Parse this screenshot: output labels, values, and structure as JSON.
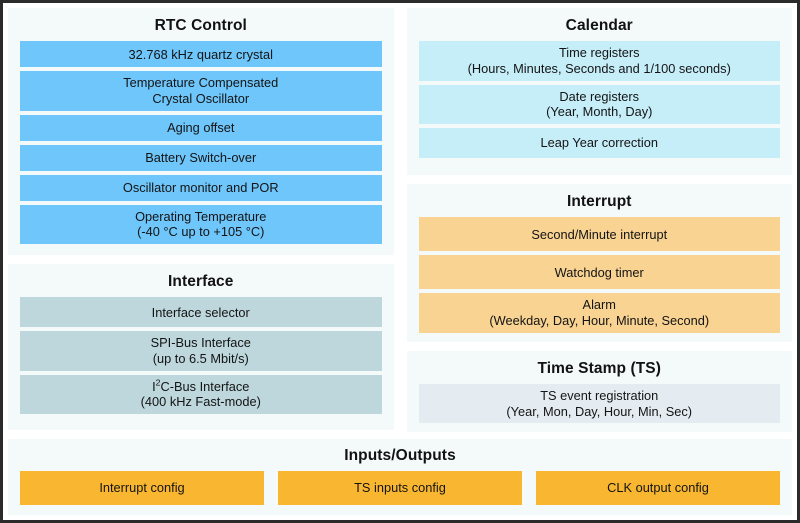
{
  "colors": {
    "border": "#2b2b2b",
    "panel_bg": "#f4f9f9",
    "blue": "#6ec6fb",
    "light_blue": "#c6eef9",
    "gray_blue": "#bdd7dd",
    "light_orange": "#f8d392",
    "pale_blue": "#e4ecf2",
    "orange": "#f9b731"
  },
  "panels": {
    "rtc_control": {
      "title": "RTC Control",
      "items": [
        {
          "line1": "32.768 kHz quartz crystal",
          "line2": ""
        },
        {
          "line1": "Temperature Compensated",
          "line2": "Crystal Oscillator"
        },
        {
          "line1": "Aging offset",
          "line2": ""
        },
        {
          "line1": "Battery Switch-over",
          "line2": ""
        },
        {
          "line1": "Oscillator monitor and POR",
          "line2": ""
        },
        {
          "line1": "Operating Temperature",
          "line2": "(-40 °C up to +105 °C)"
        }
      ]
    },
    "interface": {
      "title": "Interface",
      "items": [
        {
          "line1": "Interface selector",
          "line2": ""
        },
        {
          "line1": "SPI-Bus Interface",
          "line2": "(up to 6.5 Mbit/s)"
        },
        {
          "line1_html": "I²C-Bus Interface",
          "line1": "I²C-Bus Interface",
          "line2": "(400 kHz Fast-mode)"
        }
      ]
    },
    "calendar": {
      "title": "Calendar",
      "items": [
        {
          "line1": "Time registers",
          "line2": "(Hours, Minutes, Seconds and 1/100 seconds)"
        },
        {
          "line1": "Date registers",
          "line2": "(Year, Month, Day)"
        },
        {
          "line1": "Leap Year correction",
          "line2": ""
        }
      ]
    },
    "interrupt": {
      "title": "Interrupt",
      "items": [
        {
          "line1": "Second/Minute interrupt",
          "line2": ""
        },
        {
          "line1": "Watchdog timer",
          "line2": ""
        },
        {
          "line1": "Alarm",
          "line2": "(Weekday, Day, Hour, Minute, Second)"
        }
      ]
    },
    "time_stamp": {
      "title": "Time Stamp (TS)",
      "items": [
        {
          "line1": "TS event registration",
          "line2": "(Year, Mon, Day, Hour, Min, Sec)"
        }
      ]
    },
    "inputs_outputs": {
      "title": "Inputs/Outputs",
      "items": [
        {
          "line1": "Interrupt config",
          "line2": ""
        },
        {
          "line1": "TS inputs config",
          "line2": ""
        },
        {
          "line1": "CLK output config",
          "line2": ""
        }
      ]
    }
  }
}
